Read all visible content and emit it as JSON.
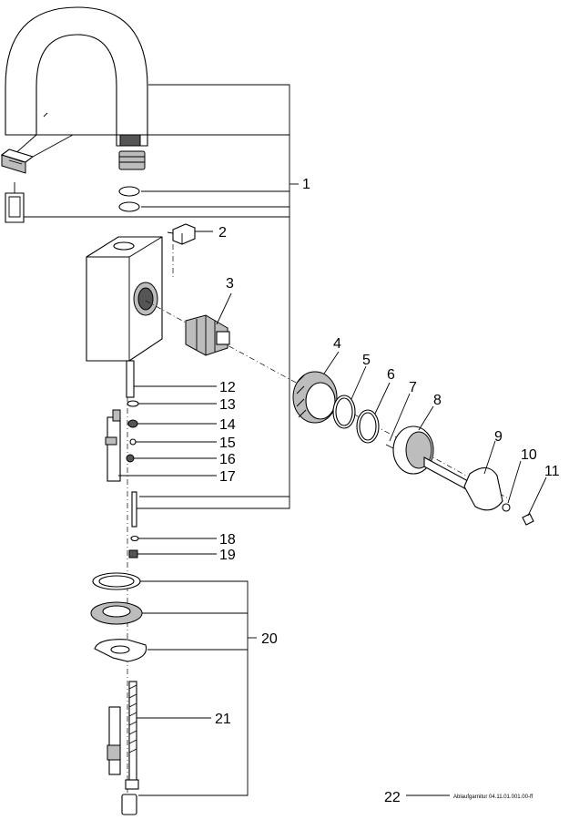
{
  "labels": [
    "1",
    "2",
    "3",
    "4",
    "5",
    "6",
    "7",
    "8",
    "9",
    "10",
    "11",
    "12",
    "13",
    "14",
    "15",
    "16",
    "17",
    "18",
    "19",
    "20",
    "21",
    "22"
  ],
  "footer_reference": "Ablaufgarnitur 04.11.01.001.00-ff",
  "colors": {
    "line": "#000000",
    "shade": "#bdbdbd",
    "dark": "#555555",
    "background": "#ffffff"
  }
}
